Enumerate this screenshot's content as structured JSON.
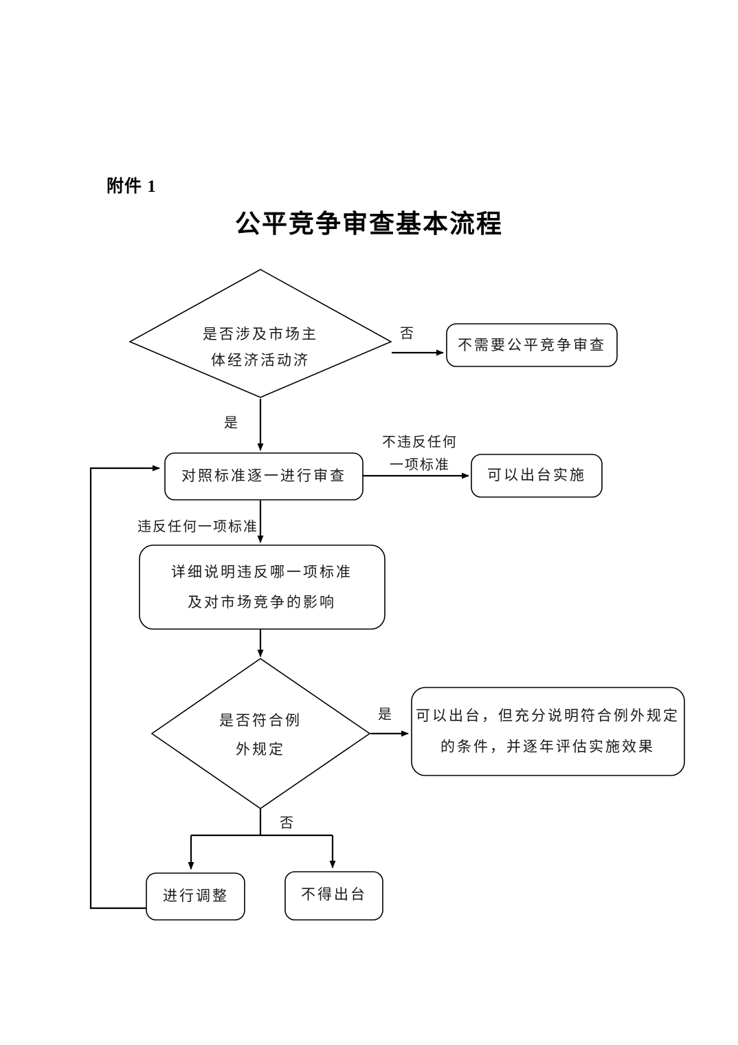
{
  "document": {
    "attachment_label": "附件 1",
    "title": "公平竞争审查基本流程"
  },
  "chart_data": {
    "type": "diagram",
    "title": "公平竞争审查基本流程",
    "nodes": [
      {
        "id": "d1",
        "shape": "diamond",
        "lines": [
          "是否涉及市场主",
          "体经济活动济"
        ]
      },
      {
        "id": "b1",
        "shape": "rounded-rect",
        "lines": [
          "不需要公平竞争审查"
        ]
      },
      {
        "id": "b2",
        "shape": "rounded-rect",
        "lines": [
          "对照标准逐一进行审查"
        ]
      },
      {
        "id": "b3",
        "shape": "rounded-rect",
        "lines": [
          "可以出台实施"
        ]
      },
      {
        "id": "b4",
        "shape": "rounded-rect",
        "lines": [
          "详细说明违反哪一项标准",
          "及对市场竞争的影响"
        ]
      },
      {
        "id": "d2",
        "shape": "diamond",
        "lines": [
          "是否符合例",
          "外规定"
        ]
      },
      {
        "id": "b5",
        "shape": "rounded-rect",
        "lines": [
          "可以出台，但充分说明符合例外规定",
          "的条件，并逐年评估实施效果"
        ]
      },
      {
        "id": "b6",
        "shape": "rounded-rect",
        "lines": [
          "进行调整"
        ]
      },
      {
        "id": "b7",
        "shape": "rounded-rect",
        "lines": [
          "不得出台"
        ]
      }
    ],
    "edges": [
      {
        "from": "d1",
        "to": "b1",
        "label": "否"
      },
      {
        "from": "d1",
        "to": "b2",
        "label": "是"
      },
      {
        "from": "b2",
        "to": "b3",
        "label": "不违反任何\n一项标准"
      },
      {
        "from": "b2",
        "to": "b4",
        "label": "违反任何一项标准"
      },
      {
        "from": "b4",
        "to": "d2",
        "label": ""
      },
      {
        "from": "d2",
        "to": "b5",
        "label": "是"
      },
      {
        "from": "d2",
        "to": "b6",
        "label": "否"
      },
      {
        "from": "d2",
        "to": "b7",
        "label": "否"
      },
      {
        "from": "b6",
        "to": "b2",
        "label": ""
      }
    ],
    "edge_labels": {
      "no_1": "否",
      "yes_1": "是",
      "no_violation_line1": "不违反任何",
      "no_violation_line2": "一项标准",
      "violation": "违反任何一项标准",
      "yes_2": "是",
      "no_2": "否"
    },
    "node_text": {
      "d1_line1": "是否涉及市场主",
      "d1_line2": "体经济活动济",
      "b1_line1": "不需要公平竞争审查",
      "b2_line1": "对照标准逐一进行审查",
      "b3_line1": "可以出台实施",
      "b4_line1": "详细说明违反哪一项标准",
      "b4_line2": "及对市场竞争的影响",
      "d2_line1": "是否符合例",
      "d2_line2": "外规定",
      "b5_line1": "可以出台，但充分说明符合例外规定",
      "b5_line2": "的条件，并逐年评估实施效果",
      "b6_line1": "进行调整",
      "b7_line1": "不得出台"
    }
  },
  "colors": {
    "stroke": "#000000",
    "fill": "#ffffff",
    "text": "#1a1a1a"
  }
}
